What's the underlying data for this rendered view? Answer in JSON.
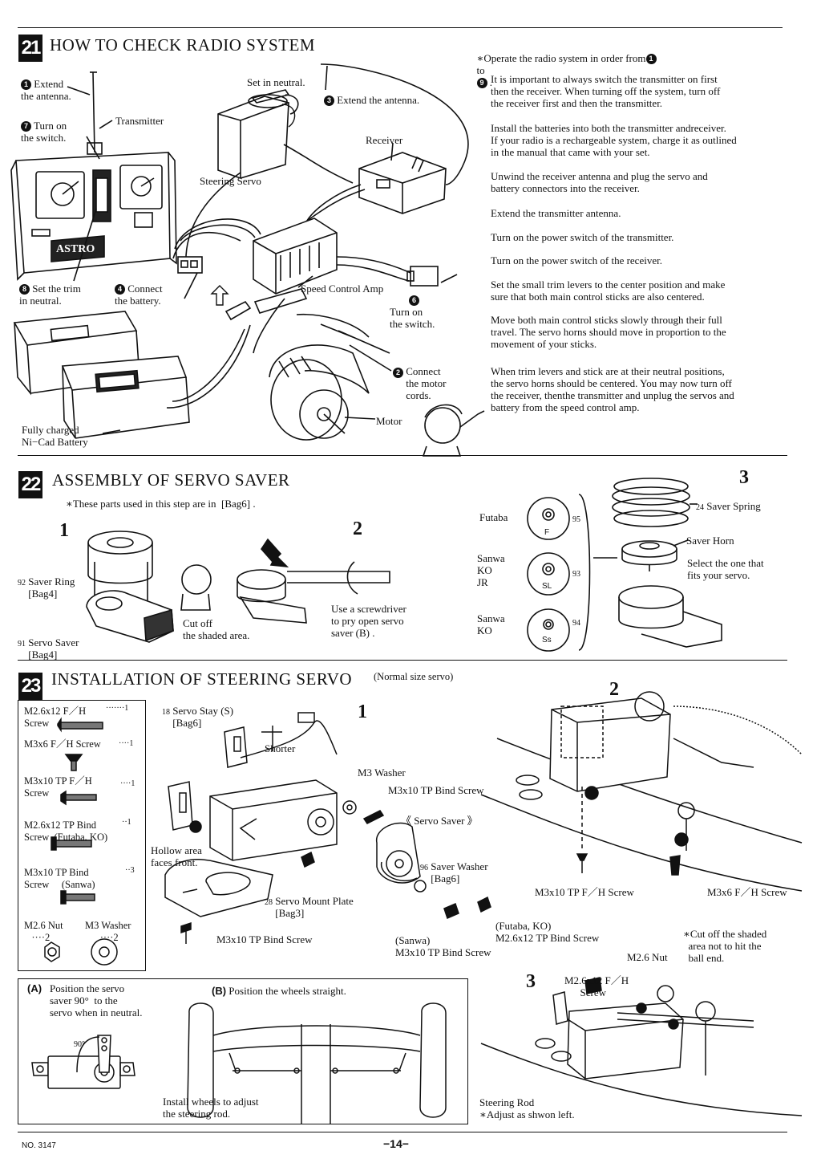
{
  "step21": {
    "number": "21",
    "title": "HOW TO CHECK RADIO SYSTEM",
    "order_note_pre": "∗Operate the radio system in order from",
    "order_note_mid": "to",
    "order_note_end": ".",
    "badge_first": "1",
    "badge_last": "9",
    "labels": {
      "extend_antenna_1": "Extend\nthe antenna.",
      "transmitter": "Transmitter",
      "turn_on_switch": "Turn on\nthe switch.",
      "set_trim": "Set the trim\nin neutral.",
      "connect_battery": "Connect\nthe battery.",
      "set_neutral": "Set in neutral.",
      "extend_antenna_3": "Extend the antenna.",
      "receiver": "Receiver",
      "steering_servo": "Steering Servo",
      "speed_control_amp": "Speed Control Amp",
      "turn_on_switch_6": "Turn on\nthe switch.",
      "connect_motor": "Connect\nthe motor\ncords.",
      "motor": "Motor",
      "battery": "Fully charged\nNi−Cad Battery",
      "transmitter_brand": "ASTRO"
    },
    "badges": {
      "extend_antenna_1": "1",
      "turn_on_switch": "7",
      "set_trim": "8",
      "connect_battery": "4",
      "extend_antenna_3": "3",
      "turn_on_switch_6": "6",
      "connect_motor": "2"
    },
    "paragraphs": [
      "It is important to always switch the transmitter on first\nthen the receiver. When turning off the system, turn off\nthe receiver first and then the transmitter.",
      "Install the batteries into both the transmitter andreceiver.\nIf your radio is a rechargeable system, charge it as outlined\nin the manual that came with your set.",
      "Unwind the receiver antenna and plug the servo and\nbattery connectors into the receiver.",
      "Extend the transmitter antenna.",
      "Turn on the power switch of the transmitter.",
      "Turn on the power switch of the receiver.",
      "Set the small trim levers to the center position and make\nsure that both main control sticks are also centered.",
      "Move both main control sticks slowly through their full\ntravel. The servo horns should move in proportion to the\nmovement of your sticks.",
      "When trim levers and stick are at their neutral positions,\nthe servo horns should be centered. You may now turn off\nthe receiver, thenthe transmitter and unplug the servos and\nbattery from the speed control amp."
    ]
  },
  "step22": {
    "number": "22",
    "title": "ASSEMBLY OF SERVO SAVER",
    "note": "∗These parts used in this step are in  [Bag6] .",
    "sub1": "1",
    "sub2": "2",
    "sub3": "3",
    "saver_ring_num": "92",
    "saver_ring": "Saver Ring\n[Bag4]",
    "servo_saver_num": "91",
    "servo_saver": "Servo Saver\n[Bag4]",
    "cut_off": "Cut off\nthe shaded area.",
    "screwdriver": "Use a screwdriver\nto pry open servo\nsaver (B) .",
    "futaba": "Futaba",
    "futaba_part": "95",
    "futaba_mark": "F",
    "sanwa_ko_jr": "Sanwa\nKO\nJR",
    "sanwa_ko_jr_part": "93",
    "sanwa_ko_jr_mark": "SL",
    "sanwa_ko": "Sanwa\nKO",
    "sanwa_ko_part": "94",
    "sanwa_ko_mark": "Ss",
    "saver_spring_num": "24",
    "saver_spring": "Saver Spring",
    "saver_horn": "Saver Horn",
    "select": "Select the one that\nfits your servo."
  },
  "step23": {
    "number": "23",
    "title": "INSTALLATION OF STEERING SERVO",
    "subtitle": "(Normal size servo)",
    "parts": [
      {
        "name": "M2.6x12 F／H\nScrew",
        "qty": "·······1"
      },
      {
        "name": "M3x6 F／H Screw",
        "qty": "····1"
      },
      {
        "name": "M3x10 TP F／H\nScrew",
        "qty": "····1"
      },
      {
        "name": "M2.6x12 TP Bind\nScrew  (Futaba, KO)",
        "qty": "··1"
      },
      {
        "name": "M3x10 TP Bind\nScrew     (Sanwa)",
        "qty": "··3"
      },
      {
        "name": "M2.6 Nut\n   ····2",
        "qty": ""
      },
      {
        "name": "M3 Washer\n      ····2",
        "qty": ""
      }
    ],
    "sub1": "1",
    "sub2": "2",
    "sub3": "3",
    "servo_stay_num": "18",
    "servo_stay": "Servo Stay (S)\n[Bag6]",
    "shorter": "Shorter",
    "m3_washer": "M3 Washer",
    "m3x10_bind": "M3x10 TP Bind Screw",
    "servo_saver": "《 Servo Saver 》",
    "hollow": "Hollow area\nfaces front.",
    "saver_washer_num": "96",
    "saver_washer": "Saver Washer\n[Bag6]",
    "mount_plate_num": "28",
    "mount_plate": "Servo Mount Plate\n[Bag3]",
    "m3x10_bind_2": "M3x10 TP Bind Screw",
    "futaba_ko_screw": "(Futaba, KO)\nM2.6x12 TP Bind Screw",
    "sanwa_screw": "(Sanwa)\nM3x10 TP Bind Screw",
    "m3x10_fh": "M3x10 TP F／H Screw",
    "m3x6_fh": "M3x6 F／H Screw",
    "cut_off_shaded": "∗Cut off the shaded\n  area not to hit the\n  ball end.",
    "m26_nut": "M2.6 Nut",
    "m26_fh": "M2.6x12 F／H\n      Screw",
    "steering_rod": "Steering Rod\n∗Adjust as shwon left.",
    "box_a_label": "(A)",
    "box_a_text": "Position the servo\nsaver 90°  to the\nservo when in neutral.",
    "box_a_angle": "90°",
    "box_b_label": "(B)",
    "box_b_text": "Position the wheels straight.",
    "box_b_note": "Install wheels to adjust\nthe steering rod."
  },
  "footer": {
    "doc_no": "NO. 3147",
    "page": "−14−"
  }
}
